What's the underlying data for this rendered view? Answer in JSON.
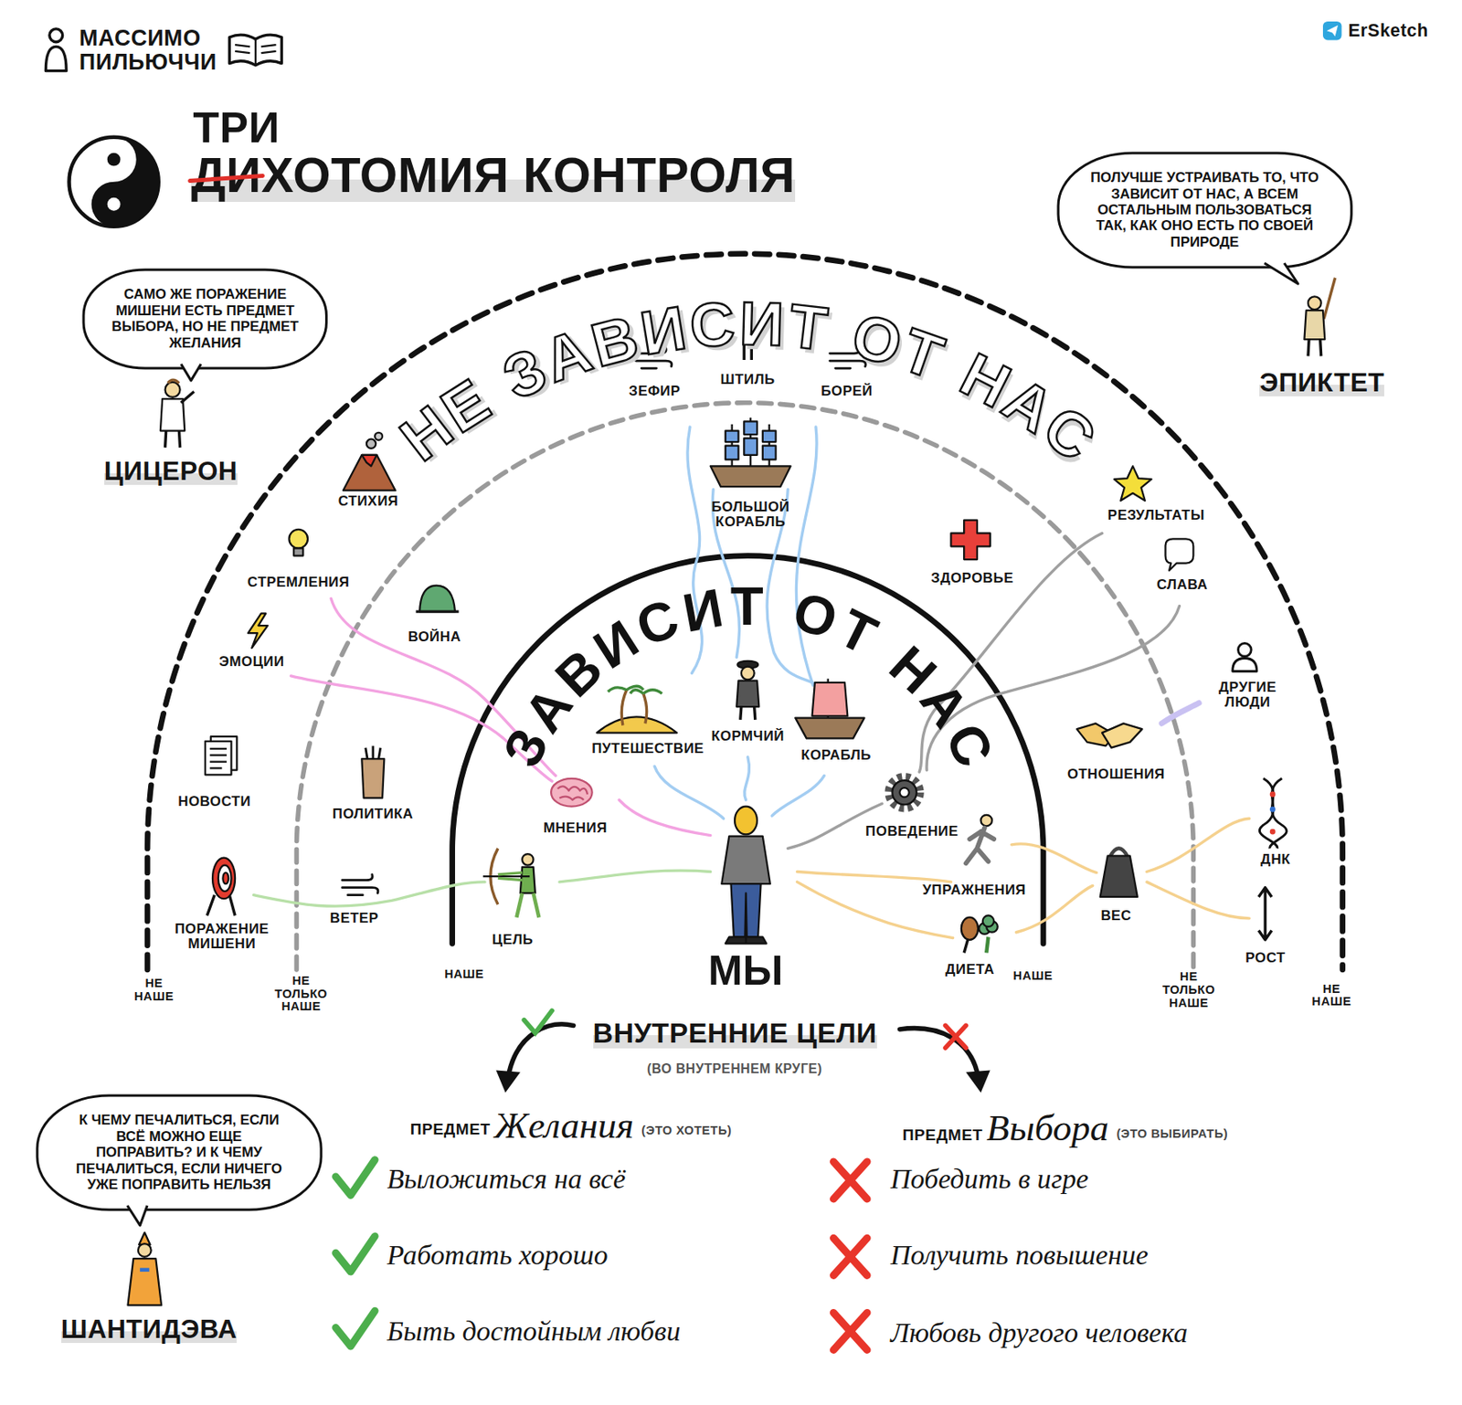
{
  "diagram": {
    "title": "ДИХОТОМИЯ КОНТРОЛЯ",
    "nodes": [
      {
        "text": [
          "ПОЛУЧШЕ УСТРАИВАТЬ ТО, ЧТО ЗАВИСИТ ОТ НАС, А ВСЕМ ОСТАЛЬНЫМ ПОЛЬЗОВАТЬСЯ ТАК, КАК ОНО ЕСТЬ ПО СВОЕЙ ПРИРОДЕ"
        ]
      },
      {
        "text": [
          "САМО ЖЕ ПОРАЖЕНИЕ МИШЕНИ ЕСТЬ ПРЕДМЕТ ВЫБОРА, НО НЕ ПРЕДМЕТ ЖЕЛАНИЯ"
        ]
      },
      {
        "text": [
          "К ЧЕМУ ПЕЧАЛИТЬСЯ, ЕСЛИ ВСЁ МОЖНО ЕЩЕ ПОПРАВИТЬ? И К ЧЕМУ ПЕЧАЛИТЬСЯ, ЕСЛИ НИЧЕГО УЖЕ ПОПРАВИТЬ НЕЛЬЗЯ"
        ]
      }
    ],
    "labels": [
      "МАССИМО ПИЛЬЮЧЧИ",
      "ErSketch",
      "ТРИ",
      "ЦИЦЕРОН",
      "ЭПИКТЕТ",
      "ШАНТИДЭВА",
      "НЕ ЗАВИСИТ ОТ НАС",
      "ЗАВИСИТ ОТ НАС",
      "ЗЕФИР",
      "ШТИЛЬ",
      "БОРЕЙ",
      "БОЛЬШОЙ КОРАБЛЬ",
      "СТИХИЯ",
      "СТРЕМЛЕНИЯ",
      "ВОЙНА",
      "ЭМОЦИИ",
      "НОВОСТИ",
      "ПОЛИТИКА",
      "ПОРАЖЕНИЕ МИШЕНИ",
      "ВЕТЕР",
      "ЦЕЛЬ",
      "МНЕНИЯ",
      "ПУТЕШЕСТВИЕ",
      "КОРМЧИЙ",
      "КОРАБЛЬ",
      "МЫ",
      "ЗДОРОВЬЕ",
      "РЕЗУЛЬТАТЫ",
      "СЛАВА",
      "ДРУГИЕ ЛЮДИ",
      "ОТНОШЕНИЯ",
      "ПОВЕДЕНИЕ",
      "УПРАЖНЕНИЯ",
      "ДНК",
      "ВЕС",
      "РОСТ",
      "ДИЕТА",
      "НЕ НАШЕ",
      "НЕ ТОЛЬКО НАШЕ",
      "НАШЕ",
      "НАШЕ",
      "НЕ ТОЛЬКО НАШЕ",
      "НЕ НАШЕ",
      "ВНУТРЕННИЕ ЦЕЛИ",
      "(ВО ВНУТРЕННЕМ КРУГЕ)",
      "ПРЕДМЕТ",
      "Желания",
      "(ЭТО ХОТЕТЬ)",
      "ПРЕДМЕТ",
      "Выбора",
      "(ЭТО ВЫБИРАТЬ)",
      "Выложиться на всё",
      "Работать хорошо",
      "Быть достойным любви",
      "Победить в игре",
      "Получить повышение",
      "Любовь другого человека"
    ]
  }
}
